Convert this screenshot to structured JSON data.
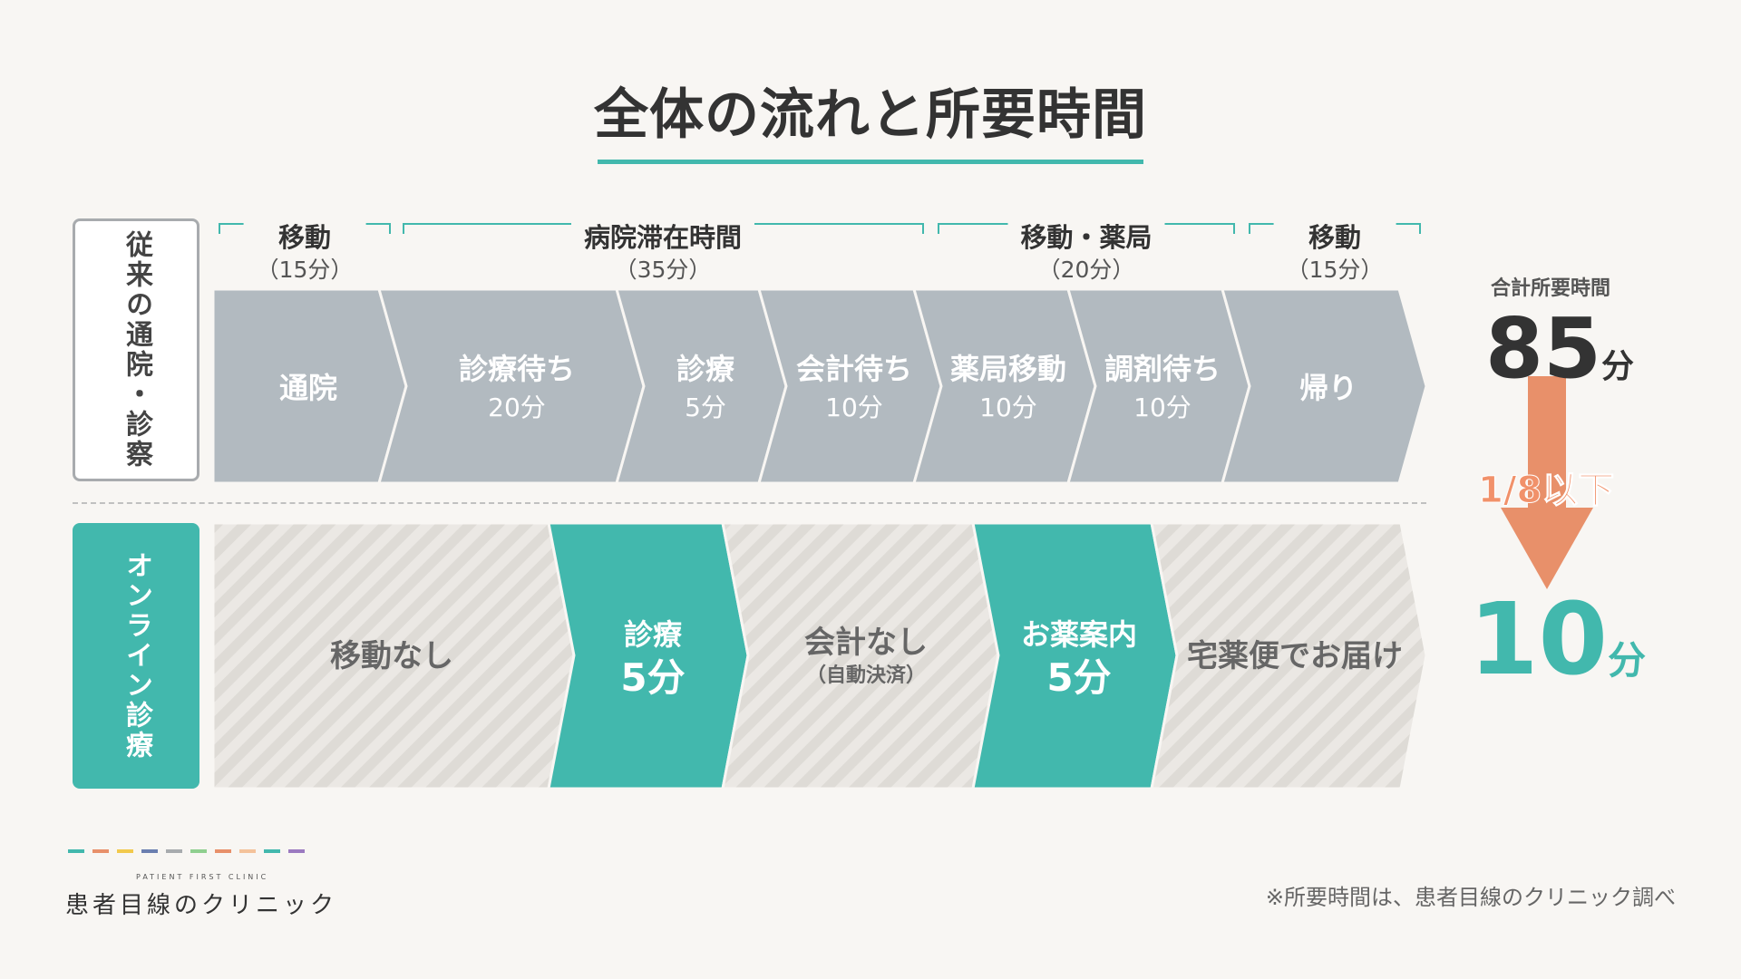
{
  "title": "全体の流れと所要時間",
  "rows": {
    "traditional_label": "従来の通院・診察",
    "online_label": "オンライン診療"
  },
  "phases": [
    {
      "name": "移動",
      "duration": "（15分）"
    },
    {
      "name": "病院滞在時間",
      "duration": "（35分）"
    },
    {
      "name": "移動・薬局",
      "duration": "（20分）"
    },
    {
      "name": "移動",
      "duration": "（15分）"
    }
  ],
  "traditional_steps": [
    {
      "name": "通院",
      "duration": ""
    },
    {
      "name": "診療待ち",
      "duration": "20分"
    },
    {
      "name": "診療",
      "duration": "5分"
    },
    {
      "name": "会計待ち",
      "duration": "10分"
    },
    {
      "name": "薬局移動",
      "duration": "10分"
    },
    {
      "name": "調剤待ち",
      "duration": "10分"
    },
    {
      "name": "帰り",
      "duration": ""
    }
  ],
  "online_steps": [
    {
      "name": "移動なし",
      "sub": "",
      "duration": ""
    },
    {
      "name": "診療",
      "sub": "",
      "duration": "5分"
    },
    {
      "name": "会計なし",
      "sub": "（自動決済）",
      "duration": ""
    },
    {
      "name": "お薬案内",
      "sub": "",
      "duration": "5分"
    },
    {
      "name": "宅薬便でお届け",
      "sub": "",
      "duration": ""
    }
  ],
  "summary": {
    "total_label": "合計所要時間",
    "old_total": "85",
    "new_total": "10",
    "unit": "分",
    "ratio": "1/8以下"
  },
  "brand": {
    "tagline": "PATIENT FIRST CLINIC",
    "name": "患者目線のクリニック",
    "dash_colors": [
      "#42b8ad",
      "#e8906a",
      "#f2c94c",
      "#6b7fb0",
      "#a8abae",
      "#8fcf8f",
      "#e8906a",
      "#f4c29a",
      "#42b8ad",
      "#9b7ac0"
    ]
  },
  "footnote": "※所要時間は、患者目線のクリニック調べ",
  "colors": {
    "accent": "#42b8ad",
    "gray_chevron": "#b2bac0",
    "arrow": "#e8906a",
    "background": "#f8f6f3"
  }
}
